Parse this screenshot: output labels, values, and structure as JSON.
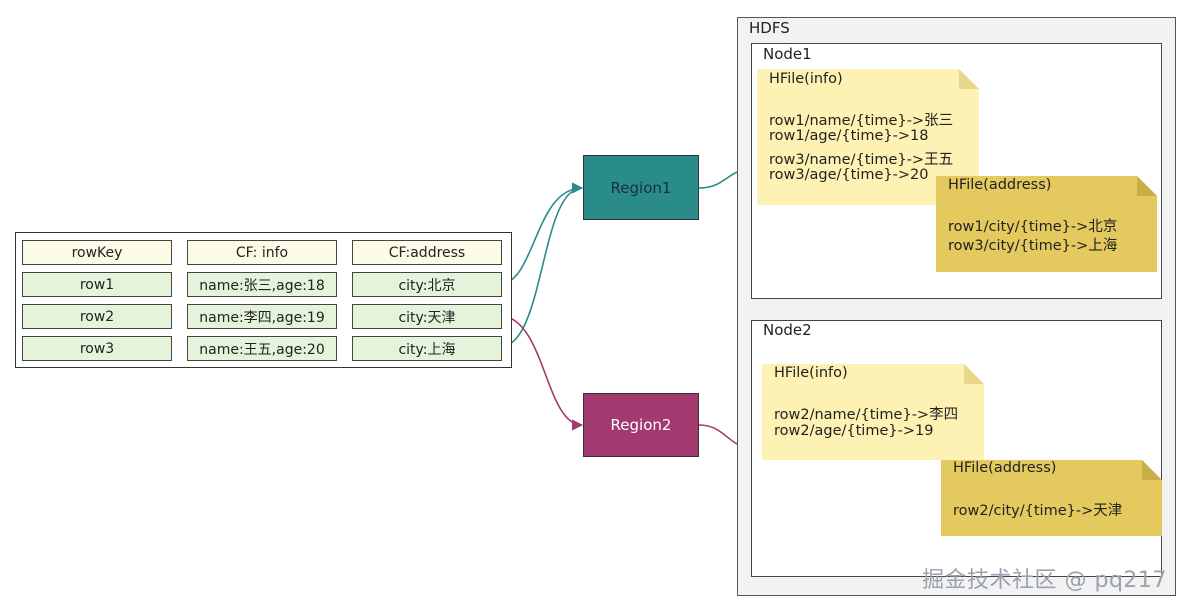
{
  "table": {
    "header": [
      "rowKey",
      "CF: info",
      "CF:address"
    ],
    "rows": [
      [
        "row1",
        "name:张三,age:18",
        "city:北京"
      ],
      [
        "row2",
        "name:李四,age:19",
        "city:天津"
      ],
      [
        "row3",
        "name:王五,age:20",
        "city:上海"
      ]
    ]
  },
  "regions": {
    "region1": {
      "label": "Region1",
      "color": "#2a8c88"
    },
    "region2": {
      "label": "Region2",
      "color": "#a33a6f"
    }
  },
  "hdfs": {
    "title": "HDFS",
    "node1": {
      "title": "Node1",
      "info_file": {
        "title": "HFile(info)",
        "lines": [
          "row1/name/{time}->张三",
          "row1/age/{time}->18",
          "row3/name/{time}->王五",
          "row3/age/{time}->20"
        ]
      },
      "address_file": {
        "title": "HFile(address)",
        "lines": [
          "row1/city/{time}->北京",
          "row3/city/{time}->上海"
        ]
      }
    },
    "node2": {
      "title": "Node2",
      "info_file": {
        "title": "HFile(info)",
        "lines": [
          "row2/name/{time}->李四",
          "row2/age/{time}->19"
        ]
      },
      "address_file": {
        "title": "HFile(address)",
        "lines": [
          "row2/city/{time}->天津"
        ]
      }
    }
  },
  "colors": {
    "info_note": "#fdf2b3",
    "address_note": "#e4c95e",
    "region1_link": "#2a8c88",
    "region2_link": "#a33a6f"
  },
  "watermark": "掘金技术社区 @ pq217"
}
